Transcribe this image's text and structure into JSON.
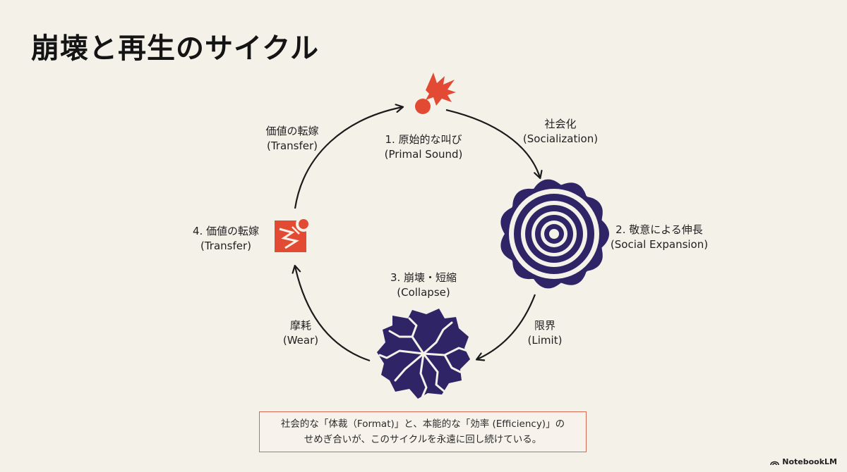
{
  "title": "崩壊と再生のサイクル",
  "nodes": [
    {
      "id": "primal-sound",
      "title": "1. 原始的な叫び",
      "subtitle": "(Primal Sound)",
      "icon": "burst-icon"
    },
    {
      "id": "social-expansion",
      "title": "2. 敬意による伸長",
      "subtitle": "(Social Expansion)",
      "icon": "layered-flower-icon"
    },
    {
      "id": "collapse",
      "title": "3. 崩壊・短縮",
      "subtitle": "(Collapse)",
      "icon": "cracked-shape-icon"
    },
    {
      "id": "transfer",
      "title": "4. 価値の転嫁",
      "subtitle": "(Transfer)",
      "icon": "lightning-square-icon"
    }
  ],
  "transitions": [
    {
      "id": "socialization",
      "title": "社会化",
      "subtitle": "(Socialization)"
    },
    {
      "id": "limit",
      "title": "限界",
      "subtitle": "(Limit)"
    },
    {
      "id": "wear",
      "title": "摩耗",
      "subtitle": "(Wear)"
    },
    {
      "id": "transfer",
      "title": "価値の転嫁",
      "subtitle": "(Transfer)"
    }
  ],
  "note": {
    "line1": "社会的な「体裁（Format)」と、本能的な「効率 (Efficiency)」の",
    "line2": "せめぎ合いが、このサイクルを永遠に回し続けている。"
  },
  "brand": "NotebookLM",
  "colors": {
    "accent": "#e34a33",
    "navy": "#2f2466",
    "background": "#f4f1e9",
    "ink": "#1b1b1b"
  }
}
